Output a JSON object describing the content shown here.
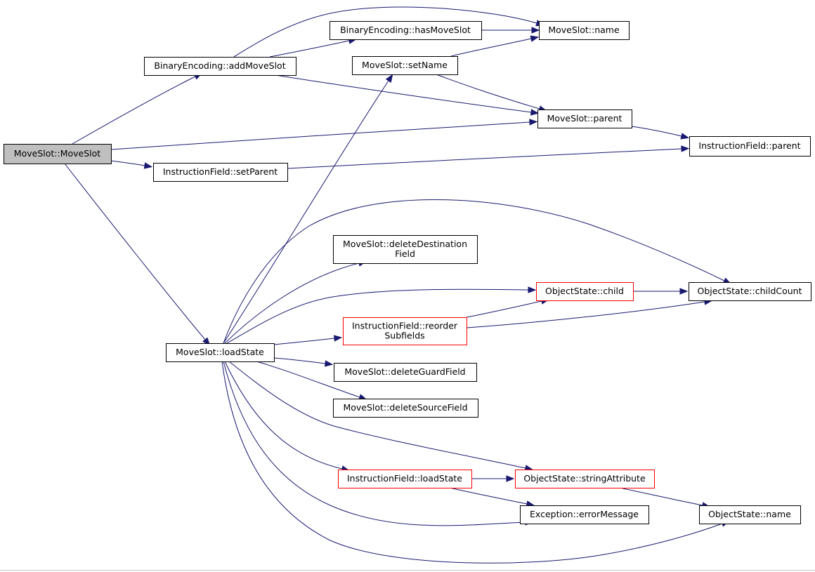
{
  "graph": {
    "title": "",
    "nodes": [
      {
        "id": "MoveSlot_MoveSlot",
        "lines": [
          "MoveSlot::MoveSlot"
        ],
        "style": "root"
      },
      {
        "id": "BinaryEncoding_addMoveSlot",
        "lines": [
          "BinaryEncoding::addMoveSlot"
        ],
        "style": "black"
      },
      {
        "id": "BinaryEncoding_hasMoveSlot",
        "lines": [
          "BinaryEncoding::hasMoveSlot"
        ],
        "style": "black"
      },
      {
        "id": "MoveSlot_name",
        "lines": [
          "MoveSlot::name"
        ],
        "style": "black"
      },
      {
        "id": "MoveSlot_setName",
        "lines": [
          "MoveSlot::setName"
        ],
        "style": "black"
      },
      {
        "id": "MoveSlot_parent",
        "lines": [
          "MoveSlot::parent"
        ],
        "style": "black"
      },
      {
        "id": "InstructionField_parent",
        "lines": [
          "InstructionField::parent"
        ],
        "style": "black"
      },
      {
        "id": "InstructionField_setParent",
        "lines": [
          "InstructionField::setParent"
        ],
        "style": "black"
      },
      {
        "id": "MoveSlot_deleteDestinationField",
        "lines": [
          "MoveSlot::deleteDestination",
          "Field"
        ],
        "style": "black"
      },
      {
        "id": "ObjectState_child",
        "lines": [
          "ObjectState::child"
        ],
        "style": "red"
      },
      {
        "id": "ObjectState_childCount",
        "lines": [
          "ObjectState::childCount"
        ],
        "style": "black"
      },
      {
        "id": "InstructionField_reorderSubfields",
        "lines": [
          "InstructionField::reorder",
          "Subfields"
        ],
        "style": "red"
      },
      {
        "id": "MoveSlot_loadState",
        "lines": [
          "MoveSlot::loadState"
        ],
        "style": "black"
      },
      {
        "id": "MoveSlot_deleteGuardField",
        "lines": [
          "MoveSlot::deleteGuardField"
        ],
        "style": "black"
      },
      {
        "id": "MoveSlot_deleteSourceField",
        "lines": [
          "MoveSlot::deleteSourceField"
        ],
        "style": "black"
      },
      {
        "id": "InstructionField_loadState",
        "lines": [
          "InstructionField::loadState"
        ],
        "style": "red"
      },
      {
        "id": "ObjectState_stringAttribute",
        "lines": [
          "ObjectState::stringAttribute"
        ],
        "style": "red"
      },
      {
        "id": "Exception_errorMessage",
        "lines": [
          "Exception::errorMessage"
        ],
        "style": "black"
      },
      {
        "id": "ObjectState_name",
        "lines": [
          "ObjectState::name"
        ],
        "style": "black"
      }
    ],
    "edges": [
      {
        "from": "MoveSlot_MoveSlot",
        "to": "BinaryEncoding_addMoveSlot"
      },
      {
        "from": "MoveSlot_MoveSlot",
        "to": "MoveSlot_parent"
      },
      {
        "from": "MoveSlot_MoveSlot",
        "to": "InstructionField_setParent"
      },
      {
        "from": "MoveSlot_MoveSlot",
        "to": "MoveSlot_loadState"
      },
      {
        "from": "BinaryEncoding_addMoveSlot",
        "to": "MoveSlot_name"
      },
      {
        "from": "BinaryEncoding_addMoveSlot",
        "to": "BinaryEncoding_hasMoveSlot"
      },
      {
        "from": "BinaryEncoding_addMoveSlot",
        "to": "MoveSlot_parent"
      },
      {
        "from": "BinaryEncoding_hasMoveSlot",
        "to": "MoveSlot_name"
      },
      {
        "from": "MoveSlot_setName",
        "to": "MoveSlot_name"
      },
      {
        "from": "MoveSlot_setName",
        "to": "MoveSlot_parent"
      },
      {
        "from": "MoveSlot_parent",
        "to": "InstructionField_parent"
      },
      {
        "from": "InstructionField_setParent",
        "to": "InstructionField_parent"
      },
      {
        "from": "MoveSlot_loadState",
        "to": "MoveSlot_setName"
      },
      {
        "from": "MoveSlot_loadState",
        "to": "ObjectState_childCount"
      },
      {
        "from": "MoveSlot_loadState",
        "to": "MoveSlot_deleteDestinationField"
      },
      {
        "from": "MoveSlot_loadState",
        "to": "ObjectState_child"
      },
      {
        "from": "MoveSlot_loadState",
        "to": "InstructionField_reorderSubfields"
      },
      {
        "from": "MoveSlot_loadState",
        "to": "MoveSlot_deleteGuardField"
      },
      {
        "from": "MoveSlot_loadState",
        "to": "MoveSlot_deleteSourceField"
      },
      {
        "from": "MoveSlot_loadState",
        "to": "ObjectState_stringAttribute"
      },
      {
        "from": "MoveSlot_loadState",
        "to": "InstructionField_loadState"
      },
      {
        "from": "MoveSlot_loadState",
        "to": "Exception_errorMessage"
      },
      {
        "from": "MoveSlot_loadState",
        "to": "ObjectState_name"
      },
      {
        "from": "ObjectState_child",
        "to": "ObjectState_childCount"
      },
      {
        "from": "InstructionField_reorderSubfields",
        "to": "ObjectState_child"
      },
      {
        "from": "InstructionField_reorderSubfields",
        "to": "ObjectState_childCount"
      },
      {
        "from": "InstructionField_loadState",
        "to": "ObjectState_stringAttribute"
      },
      {
        "from": "InstructionField_loadState",
        "to": "Exception_errorMessage"
      },
      {
        "from": "ObjectState_stringAttribute",
        "to": "ObjectState_name"
      }
    ]
  },
  "colors": {
    "edge": "#191970",
    "node_border": "#000000",
    "node_border_highlight": "#ff0000",
    "root_fill": "#bfbfbf",
    "node_fill": "#ffffff"
  }
}
